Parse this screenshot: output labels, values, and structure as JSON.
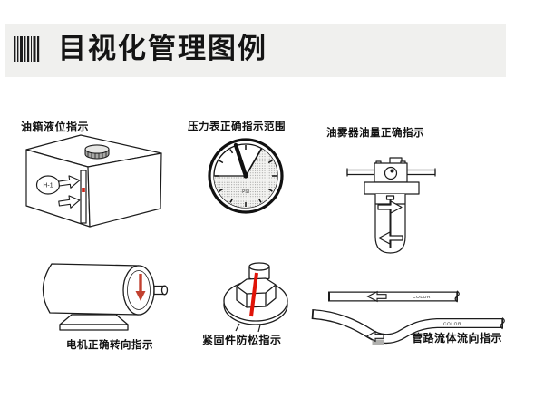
{
  "header": {
    "title": "目视化管理图例"
  },
  "figures": {
    "tank": {
      "caption": "油箱液位指示",
      "tag": "H-1"
    },
    "gauge": {
      "caption": "压力表正确指示范围",
      "unit": "PSI"
    },
    "lubricator": {
      "caption": "油雾器油量正确指示"
    },
    "motor": {
      "caption": "电机正确转向指示"
    },
    "bolt": {
      "caption": "紧固件防松指示"
    },
    "pipes": {
      "caption": "管路流体流向指示",
      "pipe1_label": "COLOR",
      "pipe2_label": "COLOR"
    }
  },
  "colors": {
    "header_band": "#f0f0ee",
    "line": "#1c1c1c",
    "accent_red": "#d2251a",
    "cap_fill": "#a8a8a6",
    "pipe_tab_gray": "#b0b0ae"
  }
}
